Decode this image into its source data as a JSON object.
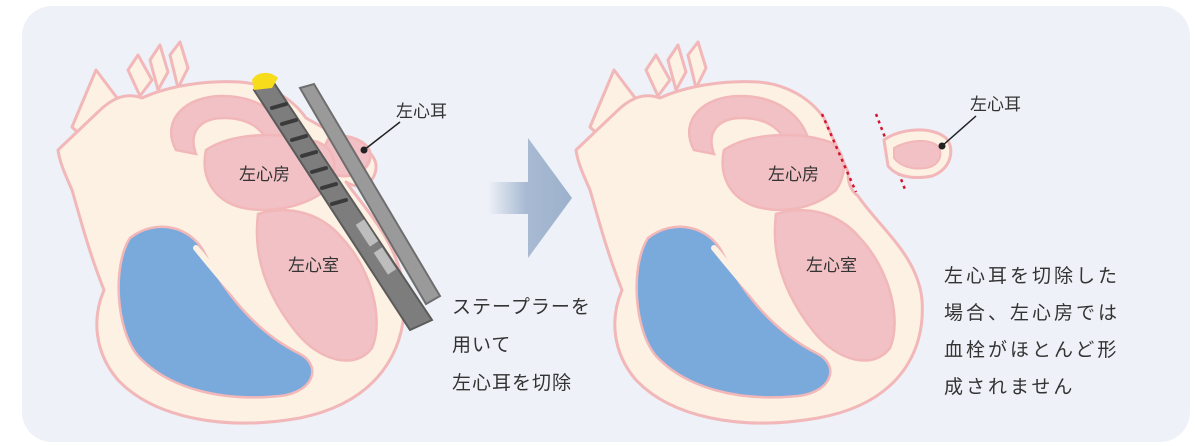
{
  "left_figure": {
    "labels": {
      "appendage": "左心耳",
      "atrium": "左心房",
      "ventricle": "左心室"
    },
    "caption": "ステープラーを\n用いて\n左心耳を切除"
  },
  "right_figure": {
    "labels": {
      "appendage": "左心耳",
      "atrium": "左心房",
      "ventricle": "左心室"
    },
    "caption": "左心耳を切除した\n場合、左心房では\n血栓がほとんど形\n成されません"
  },
  "colors": {
    "panel_background": "#eef1f7",
    "heart_outline": "#f1b7b9",
    "heart_wall": "#fdf1e3",
    "left_chambers": "#f2c1c5",
    "right_chambers": "#7aa9dc",
    "stapler": "#8a8a8a",
    "stapler_tip": "#f7dc1c",
    "cut_line": "#d6132e",
    "arrow": "#9cb1cc"
  }
}
